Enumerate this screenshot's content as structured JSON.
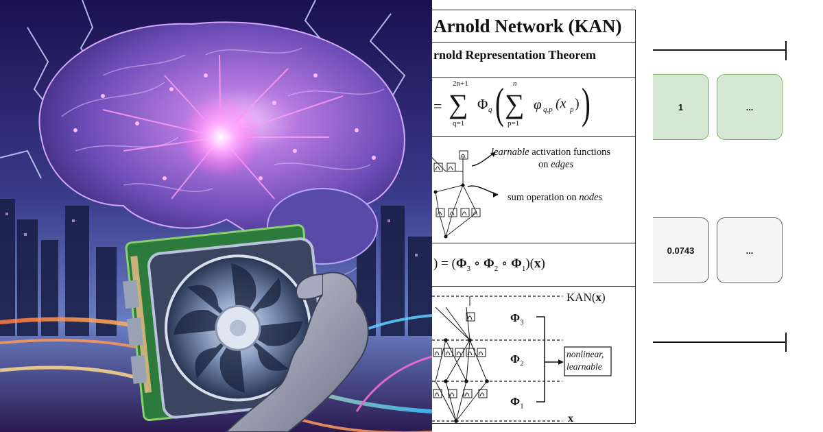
{
  "paper": {
    "title": "Arnold Network (KAN)",
    "subtitle": "rnold Representation Theorem",
    "formula": {
      "lhs": "=",
      "outer_sum_upper": "2n+1",
      "outer_sum_lower": "q=1",
      "outer_fn": "Φ",
      "outer_fn_sub": "q",
      "inner_sum_upper": "n",
      "inner_sum_lower": "p=1",
      "inner_fn": "φ",
      "inner_fn_sub": "q,p",
      "inner_arg": "(x",
      "inner_arg_sub": "p",
      "inner_arg_close": ")"
    },
    "diagram_labels": {
      "edges_italic": "learnable",
      "edges_rest": " activation functions",
      "edges_line2_prefix": "on ",
      "edges_line2_italic": "edges",
      "nodes_prefix": "sum operation on ",
      "nodes_italic": "nodes"
    },
    "composition": {
      "prefix": ") = (",
      "phi": "Φ",
      "sub3": "3",
      "sub2": "2",
      "sub1": "1",
      "op": " ∘ ",
      "suffix_open": ")(",
      "x": "x",
      "suffix_close": ")"
    },
    "layers": {
      "kan_prefix": "KAN(",
      "kan_x": "x",
      "kan_suffix": ")",
      "phi": "Φ",
      "sub3": "3",
      "sub2": "2",
      "sub1": "1",
      "box_line1": "nonlinear,",
      "box_line2": "learnable",
      "x_label": "x"
    }
  },
  "cards": {
    "top_row": [
      "1",
      "..."
    ],
    "bottom_row": [
      "0.0743",
      "..."
    ]
  },
  "colors": {
    "green_fill": "#d5e8d4",
    "green_border": "#82b366",
    "gray_fill": "#f5f5f5",
    "gray_border": "#666666"
  },
  "illustration": {
    "subject": "glowing purple brain above a hand holding a GPU graphics card with cooling fan, city skyline and light trails"
  }
}
